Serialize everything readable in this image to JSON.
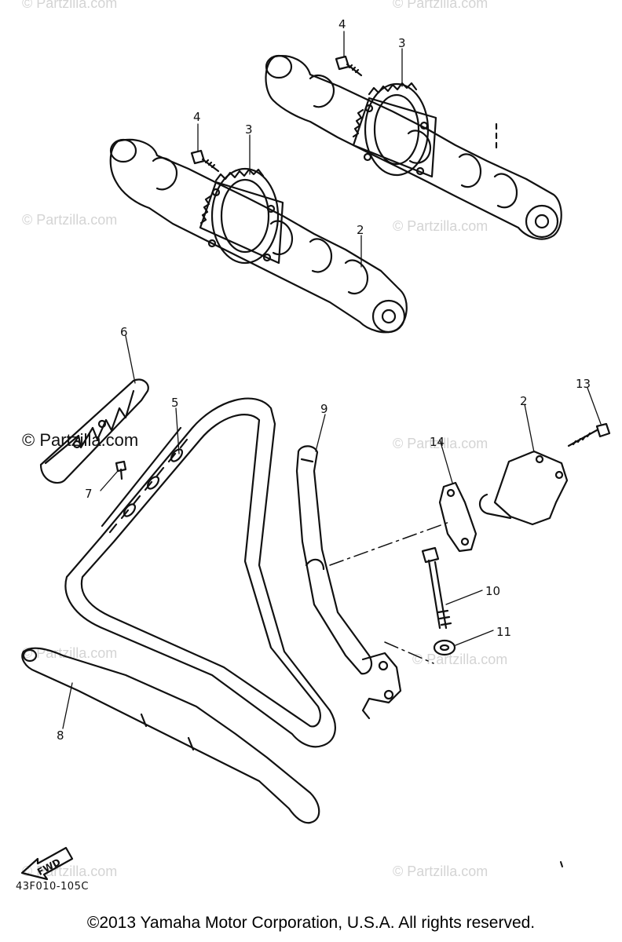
{
  "watermark": {
    "text": "© Partzilla.com"
  },
  "callouts": {
    "c2a": "2",
    "c2b": "2",
    "c3a": "3",
    "c3b": "3",
    "c4a": "4",
    "c4b": "4",
    "c5": "5",
    "c6": "6",
    "c7": "7",
    "c8": "8",
    "c9": "9",
    "c10": "10",
    "c11": "11",
    "c13": "13",
    "c14": "14"
  },
  "fwd_label": "FWD",
  "diagram_code": "43F010-105C",
  "copyright": "©2013  Yamaha Motor Corporation, U.S.A. All rights reserved."
}
